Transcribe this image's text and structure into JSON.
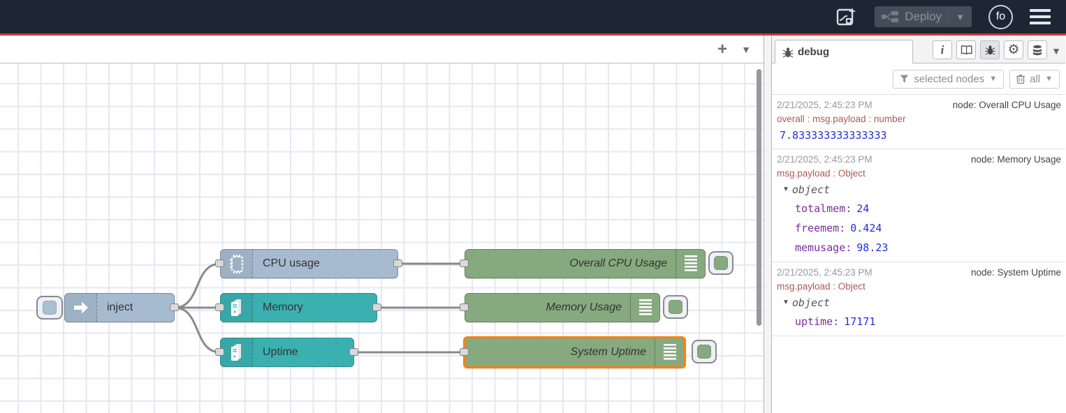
{
  "header": {
    "deploy": {
      "label": "Deploy"
    },
    "avatar": {
      "initials": "fo"
    }
  },
  "workspace": {
    "add_tab_label": "+"
  },
  "flow": {
    "nodes": {
      "inject": {
        "label": "inject"
      },
      "cpu": {
        "label": "CPU usage"
      },
      "memory": {
        "label": "Memory"
      },
      "uptime": {
        "label": "Uptime"
      },
      "debug_cpu": {
        "label": "Overall CPU Usage"
      },
      "debug_memory": {
        "label": "Memory Usage"
      },
      "debug_uptime": {
        "label": "System Uptime",
        "selected": true
      }
    }
  },
  "sidebar": {
    "tab_label": "debug",
    "filter_button_label": "selected nodes",
    "clear_button_label": "all",
    "messages": [
      {
        "timestamp": "2/21/2025, 2:45:23 PM",
        "node": "node: Overall CPU Usage",
        "path": "overall : msg.payload : number",
        "value": "7.833333333333333"
      },
      {
        "timestamp": "2/21/2025, 2:45:23 PM",
        "node": "node: Memory Usage",
        "path": "msg.payload : Object",
        "object_label": "object",
        "fields": [
          {
            "key": "totalmem:",
            "value": "24"
          },
          {
            "key": "freemem:",
            "value": "0.424"
          },
          {
            "key": "memusage:",
            "value": "98.23"
          }
        ]
      },
      {
        "timestamp": "2/21/2025, 2:45:23 PM",
        "node": "node: System Uptime",
        "path": "msg.payload : Object",
        "object_label": "object",
        "fields": [
          {
            "key": "uptime:",
            "value": "17171"
          }
        ]
      }
    ]
  },
  "colors": {
    "header_bg": "#1d2634",
    "header_accent_line": "#d23b3b",
    "node_inject_blue": "#a6bbcf",
    "node_system_teal": "#3ab1b0",
    "node_debug_green": "#87a980",
    "selected_border_orange": "#ff7f0e",
    "wire_gray": "#8a8a8a",
    "debug_path_red": "#b05757",
    "debug_key_purple": "#792e9a",
    "debug_value_blue": "#2430d6"
  }
}
